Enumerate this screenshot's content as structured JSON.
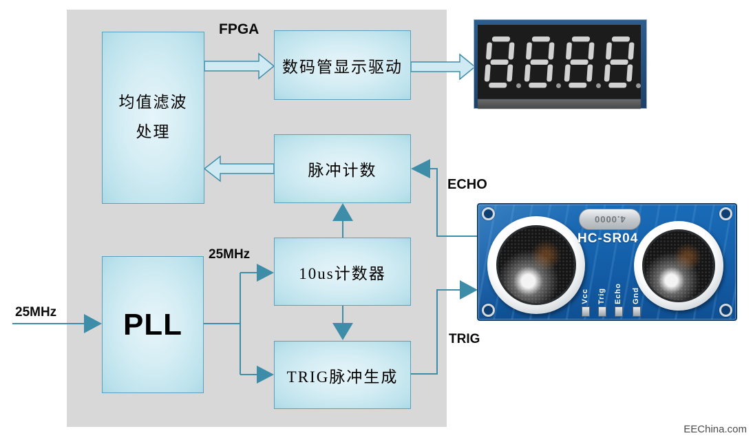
{
  "diagram": {
    "fpga_label": "FPGA",
    "watermark": "EEChina.com"
  },
  "blocks": {
    "mean_filter": {
      "line1": "均值滤波",
      "line2": "处理"
    },
    "display_driver": {
      "label": "数码管显示驱动"
    },
    "pulse_counter": {
      "label": "脉冲计数"
    },
    "us10_counter": {
      "label": "10us计数器"
    },
    "pll": {
      "label": "PLL"
    },
    "trig_gen": {
      "label": "TRIG脉冲生成"
    }
  },
  "signals": {
    "input_clock": "25MHz",
    "pll_clock": "25MHz",
    "echo": "ECHO",
    "trig": "TRIG"
  },
  "seven_segment_display": {
    "digits": [
      "8",
      "8",
      "8",
      "8"
    ]
  },
  "ultrasonic_sensor": {
    "model": "HC-SR04",
    "crystal_marking": "4.0000",
    "pin_labels": [
      "Vcc",
      "Trig",
      "Echo",
      "Gnd"
    ]
  },
  "colors": {
    "fpga_region_gray": "#d8d8d8",
    "block_fill_center": "#e6f5fa",
    "block_fill_edge": "#a6d6e3",
    "block_border": "#5aa0bd",
    "wire_teal": "#3d8da8",
    "hollow_arrow_fill": "#cfeaf3",
    "pcb_blue": "#135ca6",
    "display_black": "#1c1c1c",
    "segment_gray": "#d2d2d2"
  }
}
